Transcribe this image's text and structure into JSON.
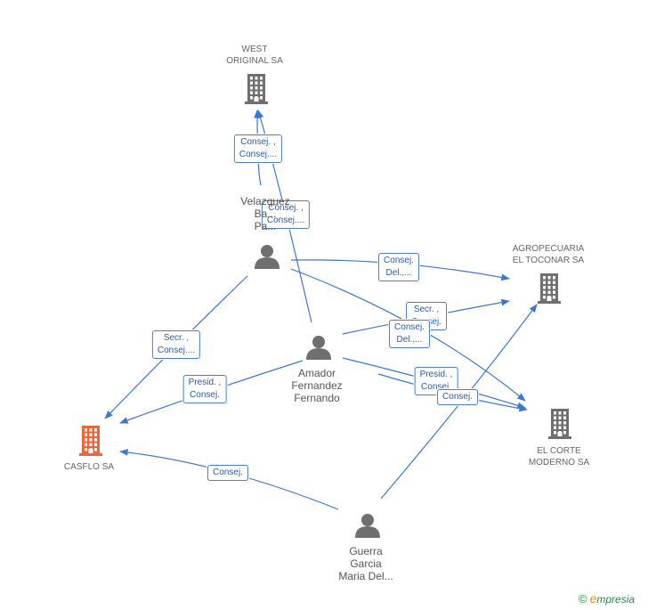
{
  "nodes": [
    {
      "id": "west",
      "type": "company",
      "label": "WEST\nORIGINAL SA",
      "highlight": false
    },
    {
      "id": "agro",
      "type": "company",
      "label": "AGROPECUARIA\nEL TOCONAR SA",
      "highlight": false
    },
    {
      "id": "corte",
      "type": "company",
      "label": "EL CORTE\nMODERNO SA",
      "highlight": false
    },
    {
      "id": "casflo",
      "type": "company",
      "label": "CASFLO SA",
      "highlight": true
    },
    {
      "id": "velazquez",
      "type": "person",
      "label": "Velazquez\nBa...\nPa..."
    },
    {
      "id": "amador",
      "type": "person",
      "label": "Amador\nFernandez\nFernando"
    },
    {
      "id": "guerra",
      "type": "person",
      "label": "Guerra\nGarcia\nMaria Del..."
    }
  ],
  "edges": [
    {
      "from": "velazquez",
      "to": "west",
      "label": "Consej. ,\nConsej...."
    },
    {
      "from": "amador",
      "to": "west",
      "label": "Consej. ,\nConsej...."
    },
    {
      "from": "velazquez",
      "to": "agro",
      "label": "Consej.\nDel.,..."
    },
    {
      "from": "amador",
      "to": "agro",
      "label": "Secr. ,\nConsej."
    },
    {
      "from": "velazquez",
      "to": "corte",
      "label": "Consej.\nDel.,..."
    },
    {
      "from": "amador",
      "to": "corte",
      "label": "Presid. ,\nConsej."
    },
    {
      "from": "guerra",
      "to": "corte",
      "label": "Consej."
    },
    {
      "from": "velazquez",
      "to": "casflo",
      "label": "Secr. ,\nConsej...."
    },
    {
      "from": "amador",
      "to": "casflo",
      "label": "Presid. ,\nConsej."
    },
    {
      "from": "guerra",
      "to": "casflo",
      "label": "Consej."
    },
    {
      "from": "guerra",
      "to": "agro",
      "label": ""
    }
  ],
  "colors": {
    "edge": "#3a78d4",
    "company_icon": "#6f6f6f",
    "company_icon_highlight": "#f0643c",
    "person_icon": "#6f6f6f",
    "label_border": "#4a7fd0",
    "label_text": "#2a5aa8"
  },
  "footer": {
    "copyright": "©",
    "brand_e": "e",
    "brand_rest": "mpresia"
  }
}
